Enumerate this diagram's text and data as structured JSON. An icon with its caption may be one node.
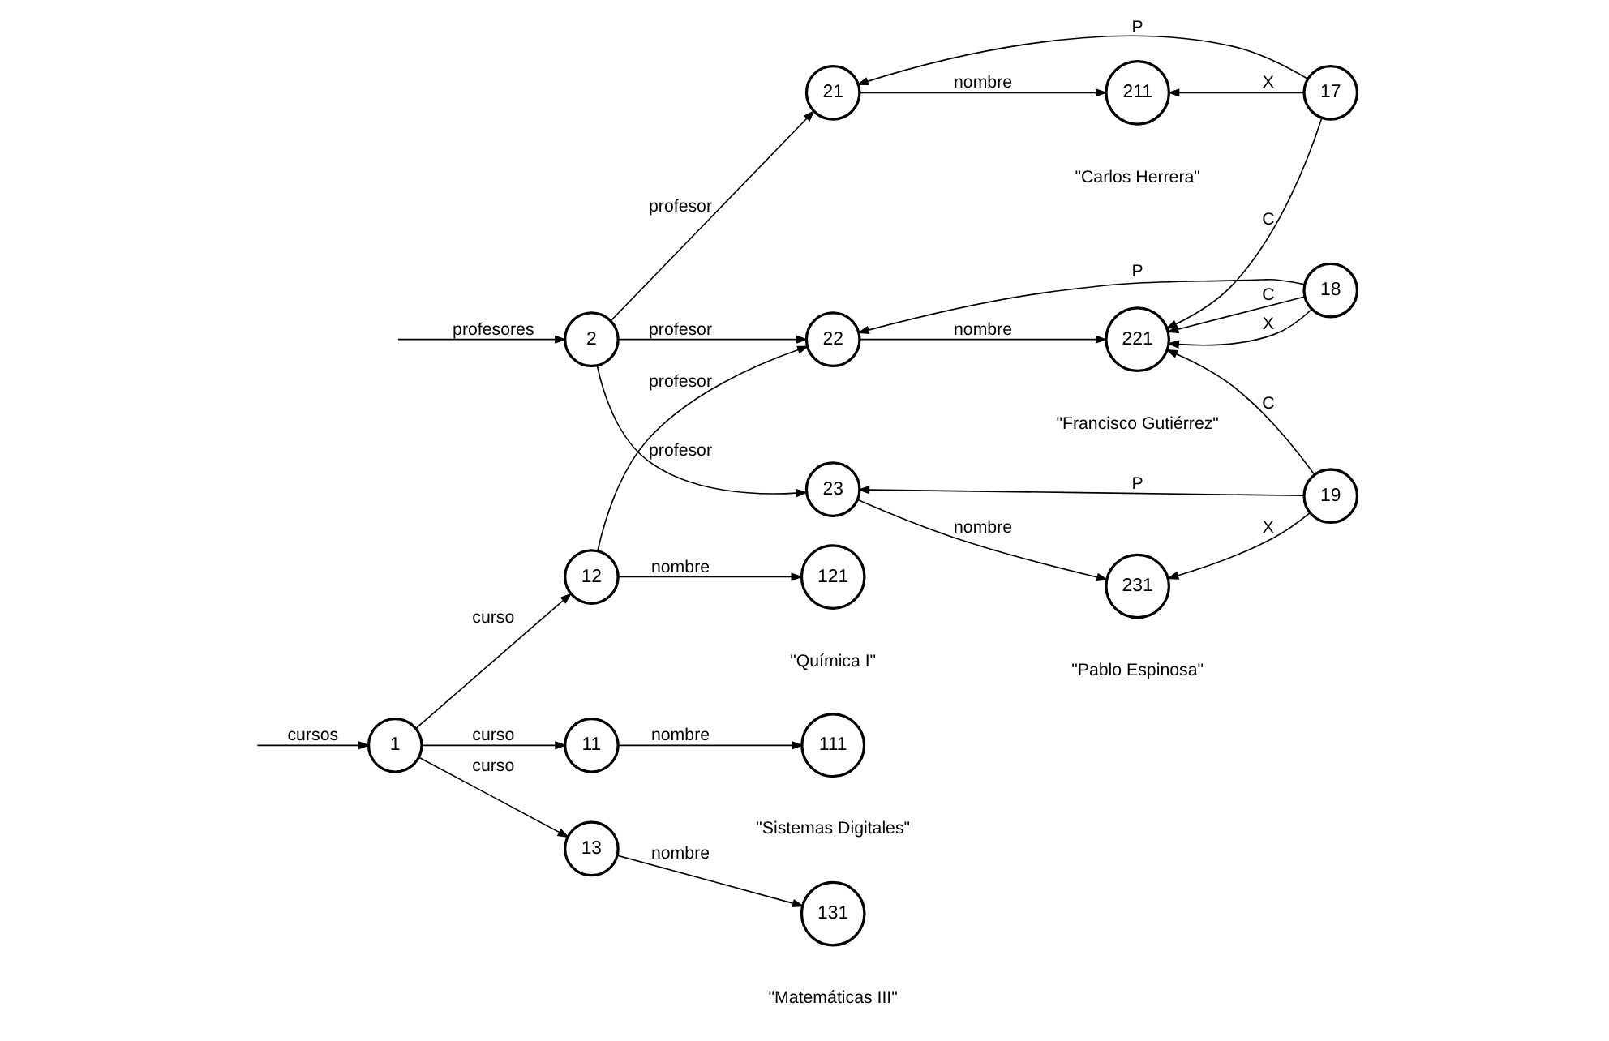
{
  "diagram": {
    "nodes": [
      {
        "text": [
          "21"
        ]
      },
      {
        "text": [
          "211"
        ],
        "beside": [
          "\"Carlos Herrera\""
        ]
      },
      {
        "text": [
          "17"
        ]
      },
      {
        "text": [
          "2"
        ]
      },
      {
        "text": [
          "22"
        ]
      },
      {
        "text": [
          "221"
        ],
        "beside": [
          "\"Francisco Gutiérrez\""
        ]
      },
      {
        "text": [
          "23"
        ]
      },
      {
        "text": [
          "231"
        ],
        "beside": [
          "\"Pablo Espinosa\""
        ]
      },
      {
        "text": [
          "18"
        ]
      },
      {
        "text": [
          "19"
        ]
      },
      {
        "text": [
          "11"
        ]
      },
      {
        "text": [
          "111"
        ],
        "beside": [
          "\"Sistemas Digitales\""
        ]
      },
      {
        "text": [
          "1"
        ]
      },
      {
        "text": [
          "12"
        ]
      },
      {
        "text": [
          "121"
        ],
        "beside": [
          "\"Química I\""
        ]
      },
      {
        "text": [
          "13"
        ]
      },
      {
        "text": [
          "131"
        ],
        "beside": [
          "\"Matemáticas III\""
        ]
      }
    ],
    "edges": [
      {
        "from": null,
        "to": 3,
        "arrow": "to",
        "label": "profesores"
      },
      {
        "from": 3,
        "to": 0,
        "arrow": "to",
        "label": "profesor"
      },
      {
        "from": 3,
        "to": 4,
        "arrow": "to",
        "label": "profesor"
      },
      {
        "from": 3,
        "to": 6,
        "arrow": "to",
        "label": "profesor"
      },
      {
        "from": 0,
        "to": 1,
        "arrow": "to",
        "label": "nombre"
      },
      {
        "from": 4,
        "to": 5,
        "arrow": "to",
        "label": "nombre"
      },
      {
        "from": 6,
        "to": 7,
        "arrow": "to",
        "label": "nombre"
      },
      {
        "from": 2,
        "to": 1,
        "arrow": "to",
        "label": "X"
      },
      {
        "from": 2,
        "to": 0,
        "arrow": "to",
        "label": "P"
      },
      {
        "from": 2,
        "to": 5,
        "arrow": "to",
        "label": "C"
      },
      {
        "from": 9,
        "to": 5,
        "arrow": "to",
        "label": "C"
      },
      {
        "from": 8,
        "to": 4,
        "arrow": "to",
        "label": "P"
      },
      {
        "from": 8,
        "to": 5,
        "arrow": "to",
        "label": "C"
      },
      {
        "from": 8,
        "to": 5,
        "arrow": "to",
        "label": "X"
      },
      {
        "from": 9,
        "to": 6,
        "arrow": "to",
        "label": "P"
      },
      {
        "from": 9,
        "to": 7,
        "arrow": "to",
        "label": "X"
      },
      {
        "from": 13,
        "to": 4,
        "arrow": "to",
        "label": "profesor"
      },
      {
        "from": null,
        "to": 12,
        "arrow": "to",
        "label": "cursos"
      },
      {
        "from": 12,
        "to": 10,
        "arrow": "to",
        "label": "curso"
      },
      {
        "from": 12,
        "to": 13,
        "arrow": "to",
        "label": "curso"
      },
      {
        "from": 12,
        "to": 15,
        "arrow": "to",
        "label": "curso"
      },
      {
        "from": 10,
        "to": 11,
        "arrow": "to",
        "label": "nombre"
      },
      {
        "from": 13,
        "to": 14,
        "arrow": "to",
        "label": "nombre"
      },
      {
        "from": 15,
        "to": 16,
        "arrow": "to",
        "label": "nombre"
      }
    ]
  }
}
